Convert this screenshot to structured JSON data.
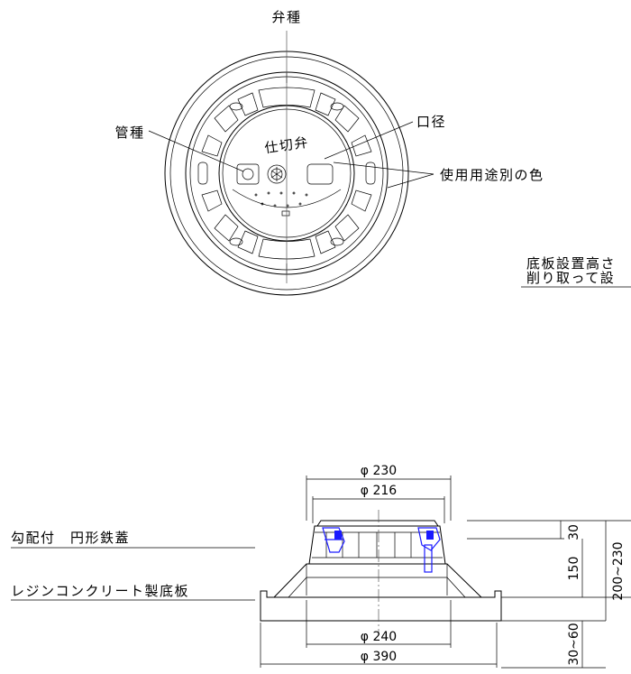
{
  "top_view": {
    "labels": {
      "valve_type": "弁種",
      "pipe_type": "管種",
      "caliber": "口径",
      "usage_color": "使用用途別の色"
    },
    "lid_text": "仕切弁",
    "note_lines": [
      "底板設置高さ",
      "削り取って設"
    ]
  },
  "section_view": {
    "labels": {
      "cover": "勾配付　円形鉄蓋",
      "base": "レジンコンクリート製底板"
    },
    "dimensions": {
      "d230": "φ 230",
      "d216": "φ 216",
      "d240": "φ 240",
      "d390": "φ 390",
      "h30": "30",
      "h150": "150",
      "h200": "200~230",
      "h30_60": "30~60"
    }
  },
  "colors": {
    "line": "#000000",
    "accent_blue": "#1a1aff"
  }
}
